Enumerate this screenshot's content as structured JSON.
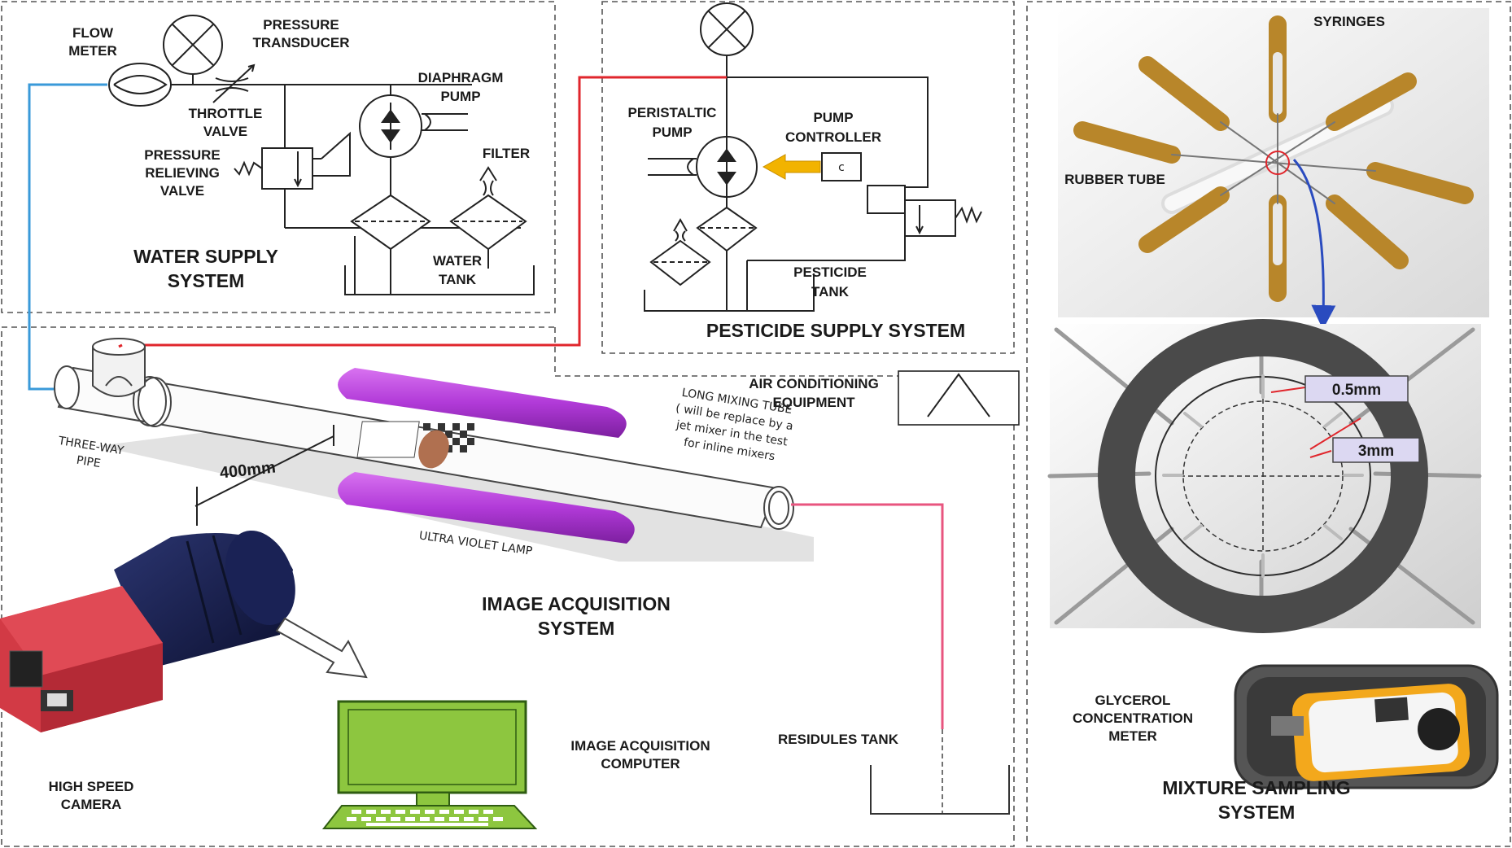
{
  "water_supply": {
    "title_line1": "WATER SUPPLY",
    "title_line2": "SYSTEM",
    "flow_meter_line1": "FLOW",
    "flow_meter_line2": "METER",
    "pressure_transducer_line1": "PRESSURE",
    "pressure_transducer_line2": "TRANSDUCER",
    "throttle_valve_line1": "THROTTLE",
    "throttle_valve_line2": "VALVE",
    "diaphragm_pump_line1": "DIAPHRAGM",
    "diaphragm_pump_line2": "PUMP",
    "relief_valve_line1": "PRESSURE",
    "relief_valve_line2": "RELIEVING",
    "relief_valve_line3": "VALVE",
    "filter": "FILTER",
    "water_tank_line1": "WATER",
    "water_tank_line2": "TANK"
  },
  "pesticide_supply": {
    "title": "PESTICIDE  SUPPLY SYSTEM",
    "peristaltic_pump_line1": "PERISTALTIC",
    "peristaltic_pump_line2": "PUMP",
    "pump_controller_line1": "PUMP",
    "pump_controller_line2": "CONTROLLER",
    "controller_symbol": "c",
    "pesticide_tank_line1": "PESTICIDE",
    "pesticide_tank_line2": "TANK"
  },
  "image_acquisition": {
    "title_line1": "IMAGE ACQUISITION",
    "title_line2": "SYSTEM",
    "air_conditioning_line1": "AIR CONDITIONING",
    "air_conditioning_line2": "EQUIPMENT",
    "three_way_line1": "THREE-WAY",
    "three_way_line2": "PIPE",
    "distance": "400mm",
    "mixing_tube_line1": "LONG MIXING TUBE",
    "mixing_tube_line2": "( will be replace by a",
    "mixing_tube_line3": "jet mixer in the test",
    "mixing_tube_line4": "for inline mixers",
    "uv_lamp": "ULTRA VIOLET LAMP",
    "camera_line1": "HIGH SPEED",
    "camera_line2": "CAMERA",
    "computer_line1": "IMAGE ACQUISITION",
    "computer_line2": "COMPUTER",
    "residues_tank": "RESIDULES TANK"
  },
  "mixture_sampling": {
    "syringes": "SYRINGES",
    "rubber_tube": "RUBBER TUBE",
    "dim_gap": "0.5mm",
    "dim_depth": "3mm",
    "meter_line1": "GLYCEROL",
    "meter_line2": "CONCENTRATION",
    "meter_line3": "METER",
    "title_line1": "MIXTURE SAMPLING",
    "title_line2": "SYSTEM"
  },
  "colors": {
    "water_line": "#3a9ad9",
    "pesticide_line": "#e0262c",
    "residue_line": "#e8557f",
    "uv_lamp": "#b13ad8",
    "camera_body": "#d23a45",
    "monitor": "#8dc63f",
    "arrow_controller": "#f2b300",
    "sampling_arrow": "#2a4bbf",
    "dimension_marker": "#e0262c"
  }
}
